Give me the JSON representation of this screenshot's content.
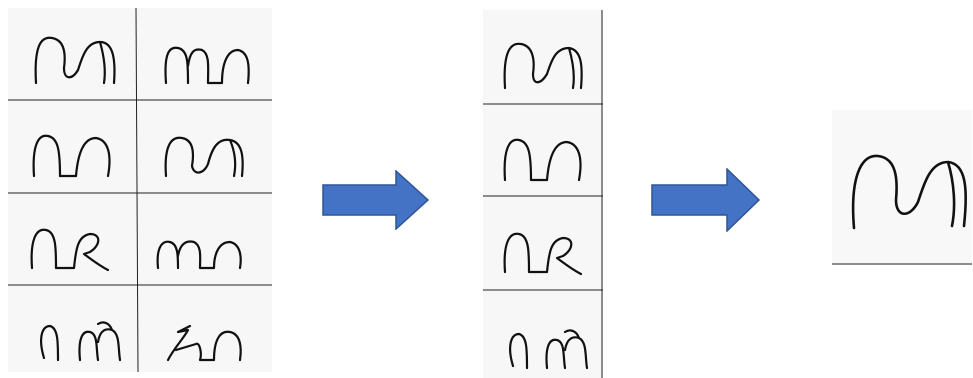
{
  "diagram": {
    "stages": [
      {
        "id": "grid",
        "description_cells": 8
      },
      {
        "id": "column",
        "description_cells": 4
      },
      {
        "id": "single",
        "description_cells": 1
      }
    ],
    "arrows": [
      {
        "from": "grid",
        "to": "column",
        "color": "#4472C4"
      },
      {
        "from": "column",
        "to": "single",
        "color": "#4472C4"
      }
    ],
    "colors": {
      "arrow_fill": "#4472C4",
      "arrow_stroke": "#2F5597",
      "ink": "#111111",
      "paper": "#f7f7f7"
    }
  }
}
